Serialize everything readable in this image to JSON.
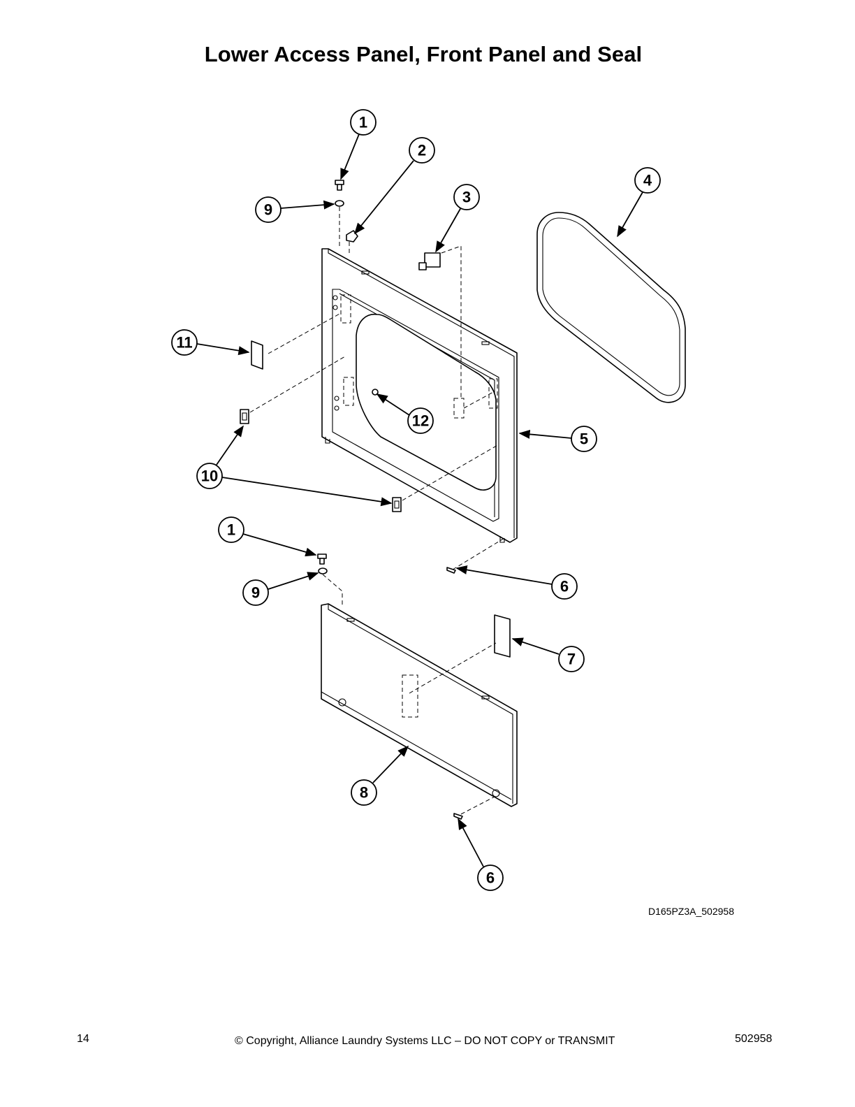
{
  "page": {
    "title": "Lower Access Panel, Front Panel and Seal",
    "drawing_id": "D165PZ3A_502958",
    "footer": {
      "page_number": "14",
      "copyright": "© Copyright, Alliance Laundry Systems LLC – DO NOT COPY or TRANSMIT",
      "doc_number": "502958"
    }
  },
  "callouts": [
    {
      "id": "c1a",
      "label": "1"
    },
    {
      "id": "c2",
      "label": "2"
    },
    {
      "id": "c3",
      "label": "3"
    },
    {
      "id": "c4",
      "label": "4"
    },
    {
      "id": "c9a",
      "label": "9"
    },
    {
      "id": "c11",
      "label": "11"
    },
    {
      "id": "c12",
      "label": "12"
    },
    {
      "id": "c5",
      "label": "5"
    },
    {
      "id": "c10",
      "label": "10"
    },
    {
      "id": "c1b",
      "label": "1"
    },
    {
      "id": "c9b",
      "label": "9"
    },
    {
      "id": "c6a",
      "label": "6"
    },
    {
      "id": "c7",
      "label": "7"
    },
    {
      "id": "c8",
      "label": "8"
    },
    {
      "id": "c6b",
      "label": "6"
    }
  ]
}
